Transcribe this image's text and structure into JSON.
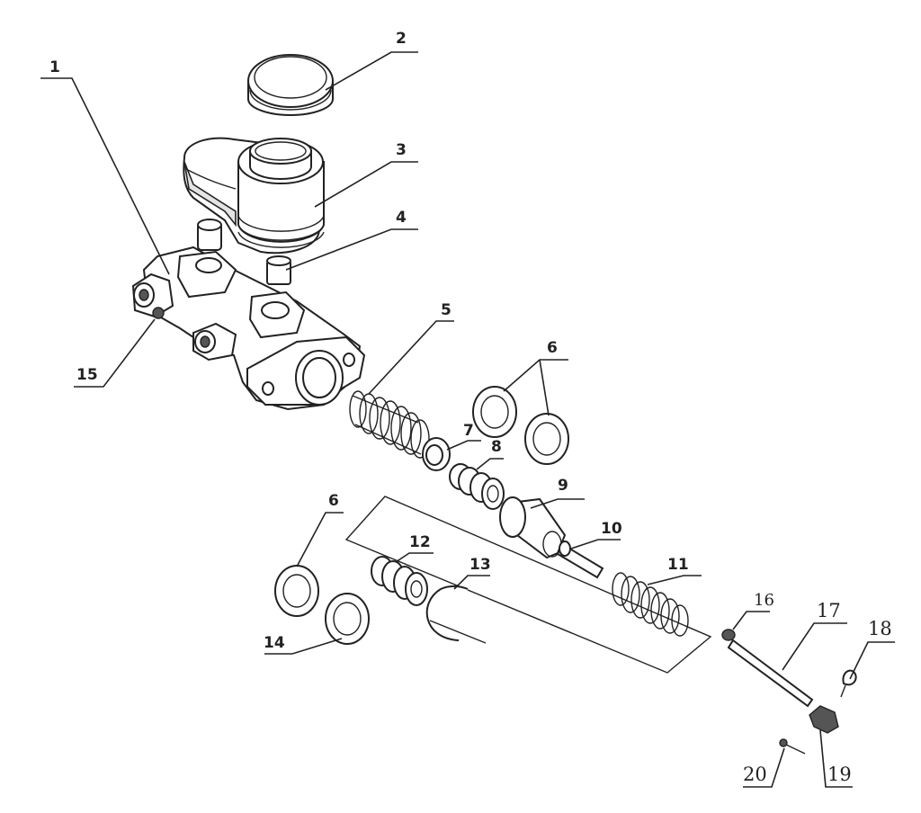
{
  "labels": {
    "l1": "1",
    "l2": "2",
    "l3": "3",
    "l4": "4",
    "l5": "5",
    "l6a": "6",
    "l6b": "6",
    "l7": "7",
    "l8": "8",
    "l9": "9",
    "l10": "10",
    "l11": "11",
    "l12": "12",
    "l13": "13",
    "l14": "14",
    "l15": "15",
    "l16": "16",
    "l17": "17",
    "l18": "18",
    "l19": "19",
    "l20": "20"
  }
}
